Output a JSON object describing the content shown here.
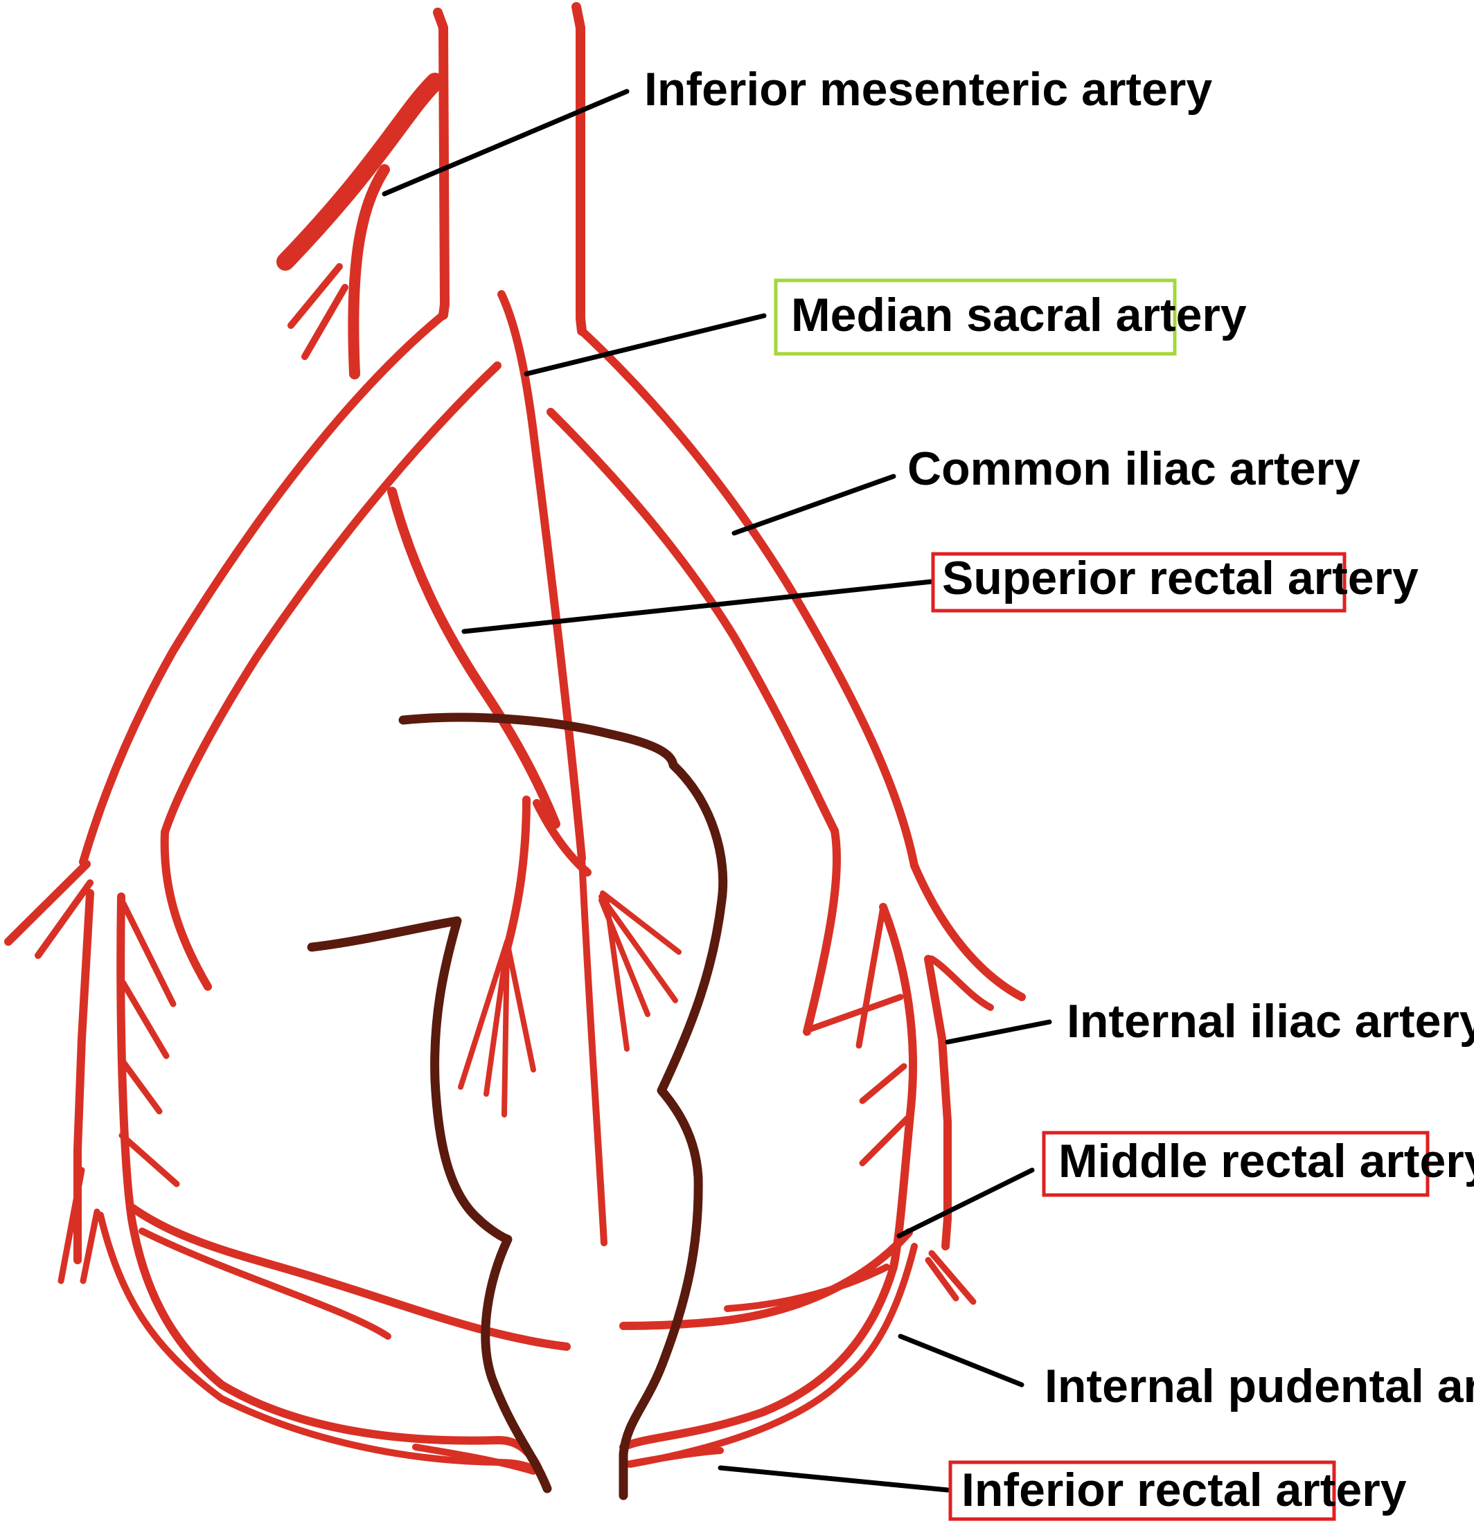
{
  "labels": {
    "inferior_mesenteric": "Inferior mesenteric artery",
    "median_sacral": "Median sacral artery",
    "common_iliac": "Common iliac artery",
    "superior_rectal": "Superior rectal artery",
    "internal_iliac": "Internal iliac artery",
    "middle_rectal": "Middle rectal artery",
    "internal_pudendal": "Internal pudental artery",
    "inferior_rectal": "Inferior rectal artery"
  },
  "colors": {
    "artery": "#d93025",
    "rectum_outline": "#5a1a0e",
    "leader_line": "#000000",
    "highlight_green": "#a6d63a",
    "highlight_red": "#e02020"
  },
  "highlights": {
    "median_sacral": "green",
    "superior_rectal": "red",
    "middle_rectal": "red",
    "inferior_rectal": "red"
  }
}
